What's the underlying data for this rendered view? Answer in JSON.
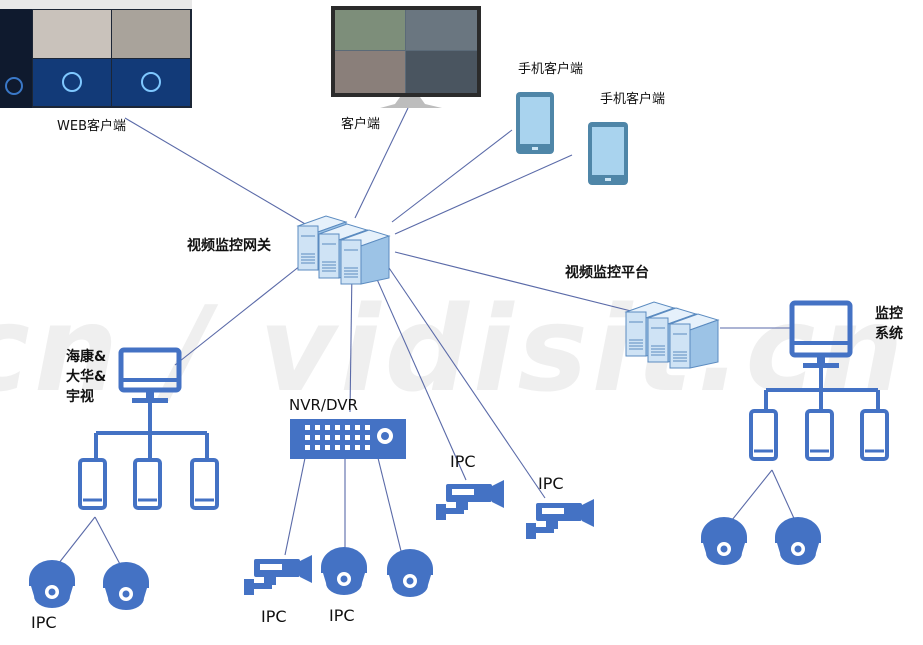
{
  "watermark": "cn / vidisit.cn / vi",
  "colors": {
    "line": "#5a6aa8",
    "device": "#4472c4",
    "server_face": "#cfe3f5",
    "server_side": "#9cc3e6",
    "phone_outline": "#4f86a8",
    "phone_screen": "#a9d3ee"
  },
  "labels": {
    "web_client": "WEB客户端",
    "client": "客户端",
    "mobile_client_1": "手机客户端",
    "mobile_client_2": "手机客户端",
    "gateway": "视频监控网关",
    "platform": "视频监控平台",
    "brands": [
      "海康&",
      "大华&",
      "宇视"
    ],
    "nvr": "NVR/DVR",
    "monitor_system": [
      "监控",
      "系统"
    ],
    "ipc": "IPC"
  },
  "icons": {
    "web_screenshot": "web-client-screenshot",
    "tv": "monitor-tv-icon",
    "phone": "smartphone-icon",
    "server": "server-cluster-icon",
    "computer": "computer-monitor-icon",
    "dome_camera": "dome-camera-icon",
    "bullet_camera": "bullet-camera-icon",
    "nvr": "nvr-recorder-icon"
  }
}
